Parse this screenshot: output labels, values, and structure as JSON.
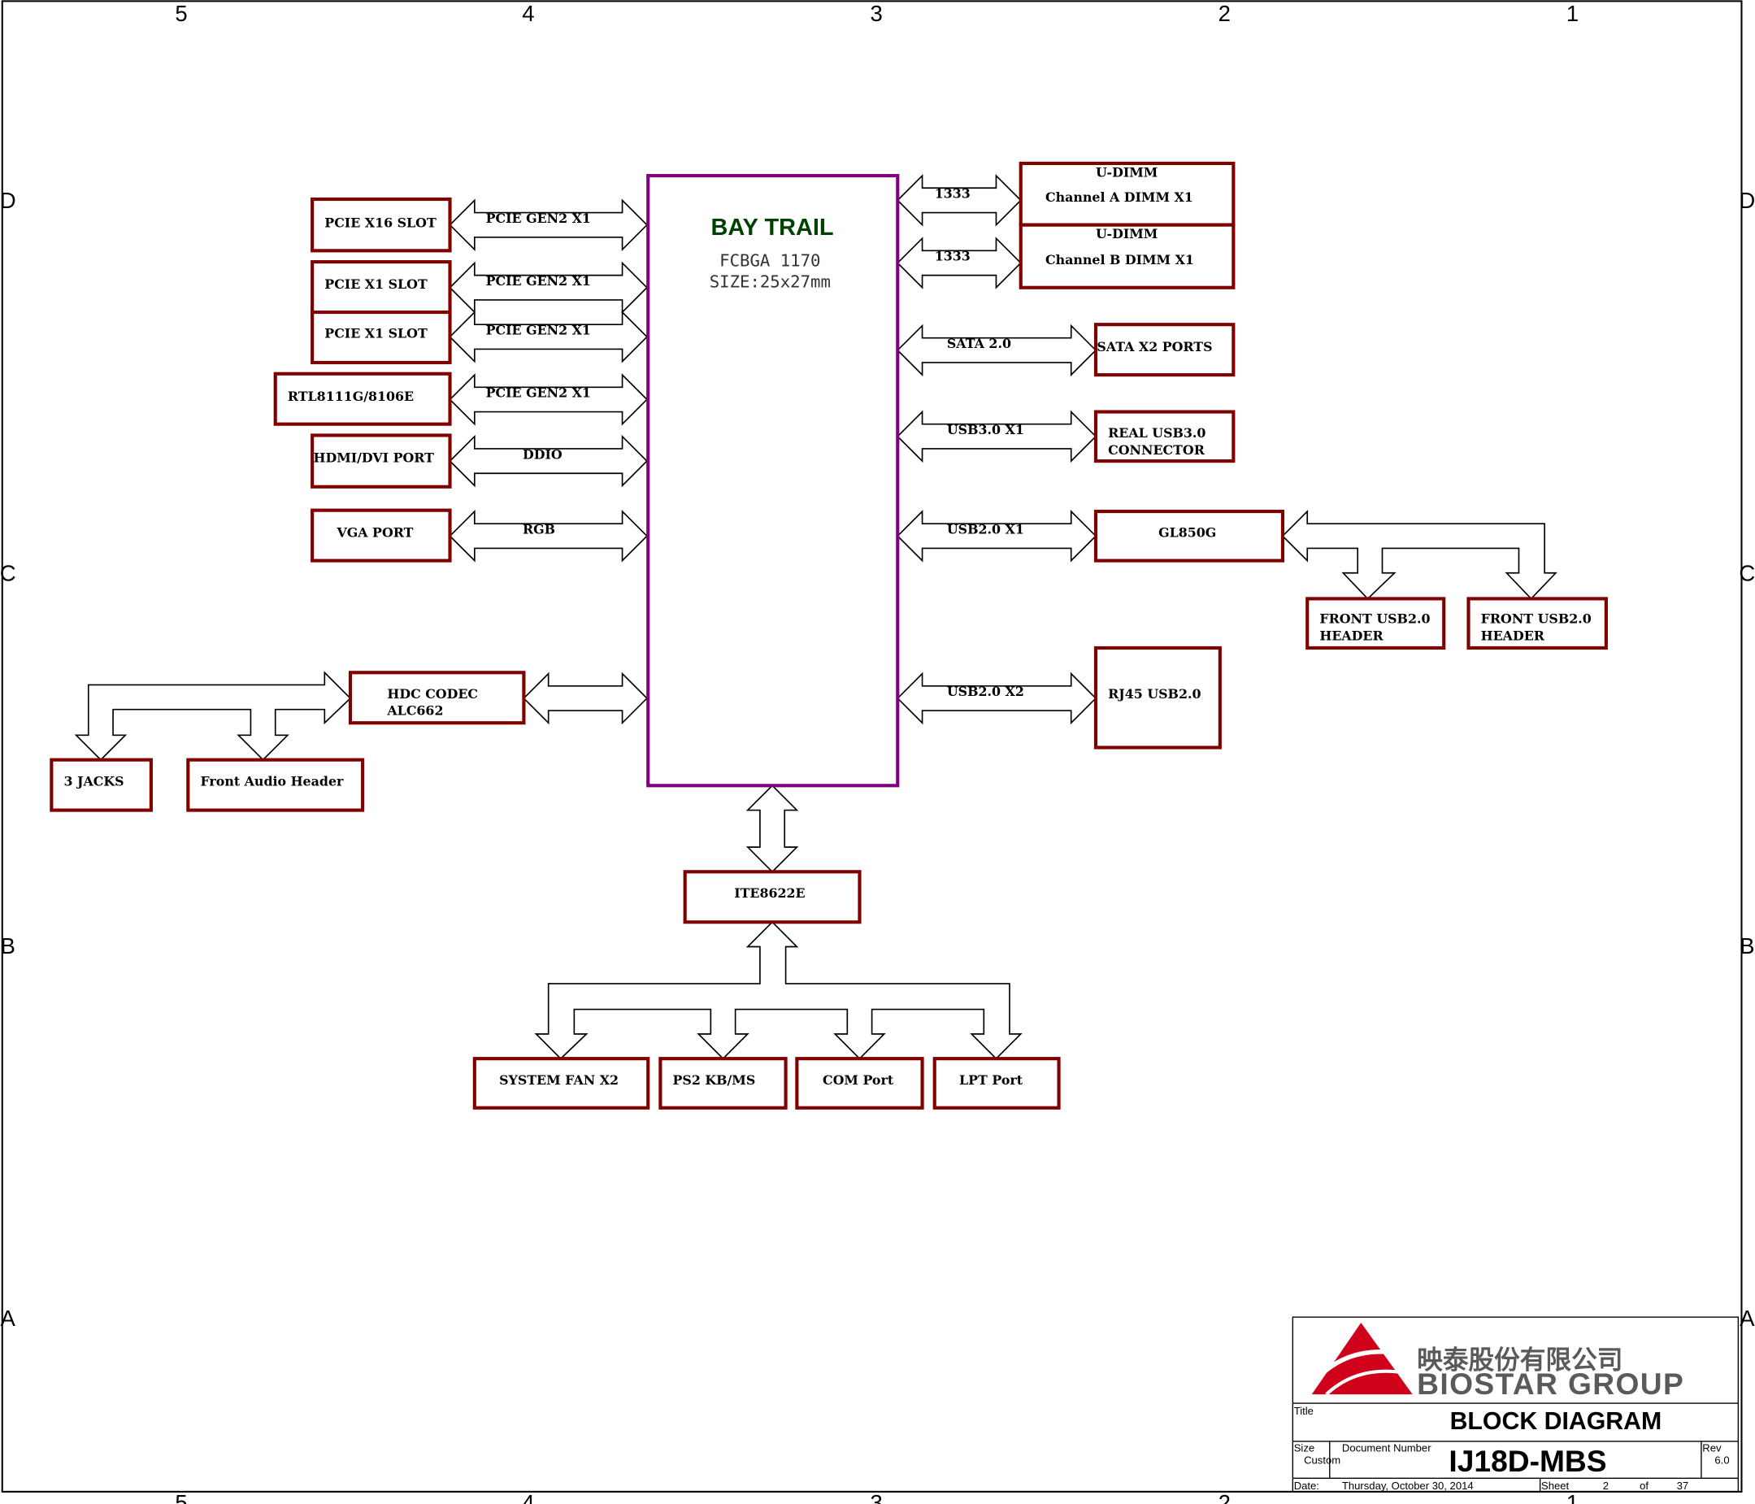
{
  "frame": {
    "columns": [
      "5",
      "4",
      "3",
      "2",
      "1"
    ],
    "rows": [
      "D",
      "C",
      "B",
      "A"
    ]
  },
  "soc": {
    "title": "BAY TRAIL",
    "package": "FCBGA 1170",
    "size": "SIZE:25x27mm"
  },
  "blocks": {
    "pcie_x16": [
      "PCIE X16 SLOT"
    ],
    "pcie_x1_a": [
      "PCIE X1 SLOT"
    ],
    "pcie_x1_b": [
      "PCIE X1 SLOT"
    ],
    "lan": [
      "RTL8111G/8106E"
    ],
    "hdmi": [
      "HDMI/DVI PORT"
    ],
    "vga": [
      "VGA PORT"
    ],
    "dimm_a": [
      "U-DIMM",
      "Channel A DIMM X1"
    ],
    "dimm_b": [
      "U-DIMM",
      "Channel B DIMM X1"
    ],
    "sata": [
      "SATA X2 PORTS"
    ],
    "usb3": [
      "REAL USB3.0",
      "CONNECTOR"
    ],
    "gl850g": [
      "GL850G"
    ],
    "front_usb_1": [
      "FRONT USB2.0",
      "HEADER"
    ],
    "front_usb_2": [
      "FRONT USB2.0",
      "HEADER"
    ],
    "rj45": [
      "RJ45 USB2.0"
    ],
    "codec": [
      "HDC CODEC",
      "ALC662"
    ],
    "jacks": [
      "3 JACKS"
    ],
    "front_audio": [
      "Front Audio Header"
    ],
    "ite": [
      "ITE8622E"
    ],
    "fan": [
      "SYSTEM FAN X2"
    ],
    "ps2": [
      "PS2 KB/MS"
    ],
    "com": [
      "COM Port"
    ],
    "lpt": [
      "LPT Port"
    ]
  },
  "links": {
    "pcie_x16": "PCIE GEN2 X1",
    "pcie_x1_a": "PCIE GEN2 X1",
    "pcie_x1_b": "PCIE GEN2 X1",
    "lan": "PCIE GEN2 X1",
    "hdmi": "DDIO",
    "vga": "RGB",
    "codec": "",
    "dimm_a": "1333",
    "dimm_b": "1333",
    "sata": "SATA 2.0",
    "usb3": "USB3.0 X1",
    "gl850g": "USB2.0 X1",
    "rj45": "USB2.0 X2",
    "ite": ""
  },
  "title_block": {
    "company_cn": "映泰股份有限公司",
    "company_en": "BIOSTAR GROUP",
    "title_label": "Title",
    "title": "BLOCK DIAGRAM",
    "size_label": "Size",
    "size": "Custom",
    "doc_label": "Document Number",
    "doc_number": "IJ18D-MBS",
    "rev_label": "Rev",
    "rev": "6.0",
    "date_label": "Date:",
    "date": "Thursday, October 30, 2014",
    "sheet_label": "Sheet",
    "sheet": "2",
    "of_label": "of",
    "sheet_total": "37"
  },
  "colors": {
    "block_border": "#800000",
    "soc_border": "#800080",
    "soc_title": "#004000",
    "logo_red": "#d0021b"
  }
}
